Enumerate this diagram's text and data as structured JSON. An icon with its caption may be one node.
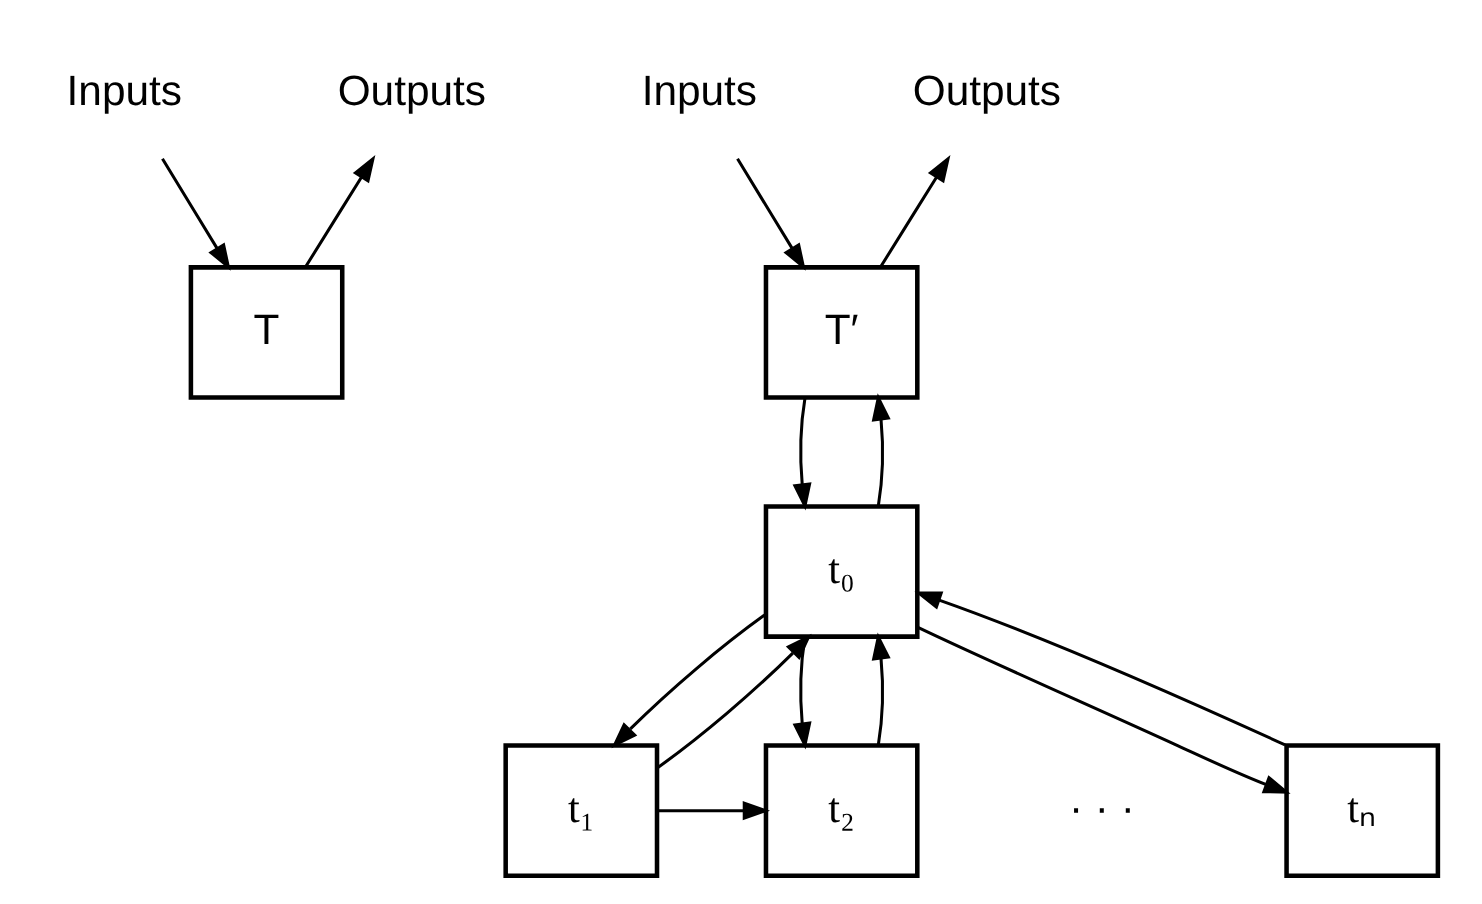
{
  "diagram": {
    "nodes": [
      {
        "text": [
          "Inputs"
        ]
      },
      {
        "text": [
          "Outputs"
        ]
      },
      {
        "text": [
          "T"
        ]
      },
      {
        "text": [
          "Inputs"
        ]
      },
      {
        "text": [
          "Outputs"
        ]
      },
      {
        "text": [
          "T′"
        ]
      },
      {
        "text": [
          "t₀"
        ]
      },
      {
        "text": [
          "t₁"
        ]
      },
      {
        "text": [
          "t₂"
        ]
      },
      {
        "text": [
          "tₙ"
        ]
      }
    ],
    "edges": [
      {
        "from": 0,
        "to": 2,
        "arrow": "to"
      },
      {
        "from": 2,
        "to": 1,
        "arrow": "to"
      },
      {
        "from": 3,
        "to": 5,
        "arrow": "to"
      },
      {
        "from": 5,
        "to": 4,
        "arrow": "to"
      },
      {
        "from": 5,
        "to": 6,
        "arrow": "to"
      },
      {
        "from": 6,
        "to": 5,
        "arrow": "to"
      },
      {
        "from": 6,
        "to": 7,
        "arrow": "to"
      },
      {
        "from": 7,
        "to": 6,
        "arrow": "to"
      },
      {
        "from": 6,
        "to": 8,
        "arrow": "to"
      },
      {
        "from": 8,
        "to": 6,
        "arrow": "to"
      },
      {
        "from": 6,
        "to": 9,
        "arrow": "to"
      },
      {
        "from": 9,
        "to": 6,
        "arrow": "to"
      },
      {
        "from": 7,
        "to": 8,
        "arrow": "to"
      }
    ],
    "labels": [
      "· · ·"
    ]
  }
}
